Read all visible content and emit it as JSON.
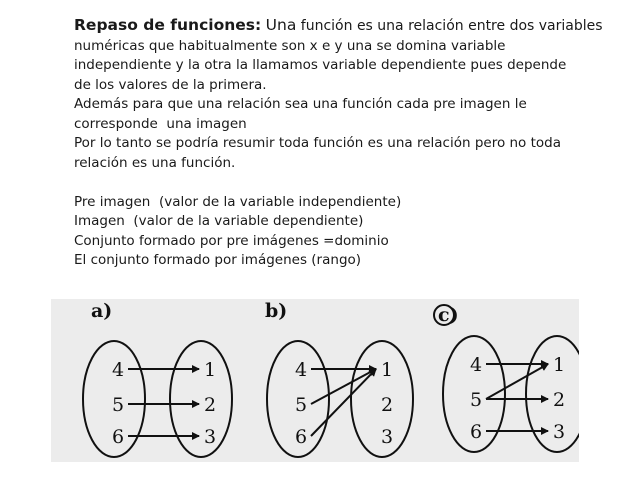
{
  "document": {
    "heading": "Repaso de funciones:",
    "heading_continuation": "Una",
    "paragraph1": [
      "función es una relación entre dos variables",
      "numéricas que habitualmente son x e y una se domina variable",
      "independiente y la otra la llamamos variable dependiente pues depende",
      "de los valores de la primera."
    ],
    "paragraph2": [
      "Además para que una relación sea una función cada pre imagen le",
      "corresponde  una imagen"
    ],
    "paragraph3": [
      "Por lo tanto se podría resumir toda función es una relación pero no toda",
      "relación es una función."
    ],
    "definitions": [
      "Pre imagen  (valor de la variable independiente)",
      "Imagen  (valor de la variable dependiente)",
      "Conjunto formado por pre imágenes =dominio",
      "El conjunto formado por imágenes (rango)"
    ]
  },
  "figure": {
    "diagrams": [
      {
        "label": "a)",
        "domain": [
          "4",
          "5",
          "6"
        ],
        "codomain": [
          "1",
          "2",
          "3"
        ],
        "mapping": [
          [
            "4",
            "1"
          ],
          [
            "5",
            "2"
          ],
          [
            "6",
            "3"
          ]
        ]
      },
      {
        "label": "b)",
        "domain": [
          "4",
          "5",
          "6"
        ],
        "codomain": [
          "1",
          "2",
          "3"
        ],
        "mapping": [
          [
            "4",
            "1"
          ],
          [
            "5",
            "1"
          ],
          [
            "6",
            "1"
          ]
        ]
      },
      {
        "label": "c)",
        "domain": [
          "4",
          "5",
          "6"
        ],
        "codomain": [
          "1",
          "2",
          "3"
        ],
        "mapping": [
          [
            "4",
            "1"
          ],
          [
            "5",
            "1"
          ],
          [
            "5",
            "2"
          ],
          [
            "6",
            "3"
          ]
        ]
      }
    ]
  }
}
